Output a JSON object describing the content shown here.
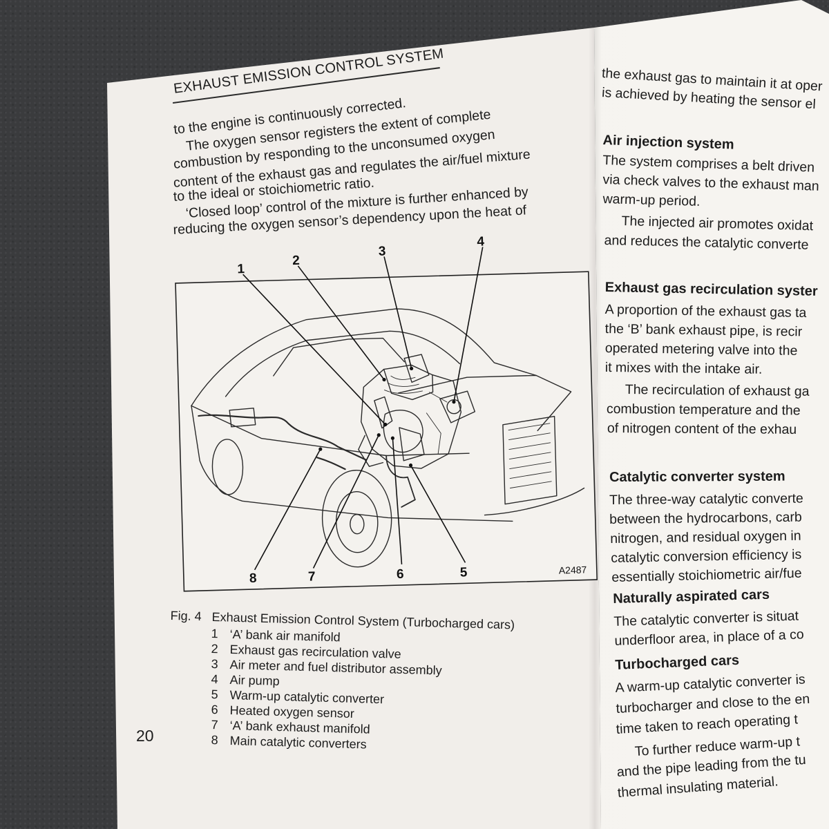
{
  "left_page": {
    "header": "EXHAUST EMISSION CONTROL SYSTEM",
    "paragraph_lines": [
      "to the engine is continuously corrected.",
      "The oxygen sensor registers the extent of complete",
      "combustion by responding to the unconsumed oxygen",
      "content of the exhaust gas and regulates the air/fuel mixture",
      "to the ideal or stoichiometric ratio.",
      "‘Closed loop’ control of the mixture is further enhanced by",
      "reducing the oxygen sensor’s dependency upon the heat of"
    ],
    "figure": {
      "code": "A2487",
      "callouts": [
        "1",
        "2",
        "3",
        "4",
        "5",
        "6",
        "7",
        "8"
      ]
    },
    "caption": {
      "label": "Fig. 4",
      "title": "Exhaust Emission Control System (Turbocharged cars)",
      "items": [
        {
          "num": "1",
          "text": "‘A’ bank air manifold"
        },
        {
          "num": "2",
          "text": "Exhaust gas recirculation valve"
        },
        {
          "num": "3",
          "text": "Air meter and fuel distributor assembly"
        },
        {
          "num": "4",
          "text": "Air pump"
        },
        {
          "num": "5",
          "text": "Warm-up catalytic converter"
        },
        {
          "num": "6",
          "text": "Heated oxygen sensor"
        },
        {
          "num": "7",
          "text": "‘A’ bank exhaust manifold"
        },
        {
          "num": "8",
          "text": "Main catalytic converters"
        }
      ]
    },
    "page_number": "20"
  },
  "right_page": {
    "top_lines": [
      "the exhaust gas to maintain it at oper",
      "is achieved by heating the sensor el"
    ],
    "sections": [
      {
        "heading": "Air injection system",
        "lines": [
          "The system comprises a belt driven",
          "via check valves to the exhaust man",
          "warm-up period.",
          "The injected air promotes oxidat",
          "and reduces the catalytic converte"
        ]
      },
      {
        "heading": "Exhaust gas recirculation syster",
        "lines": [
          "A proportion of the exhaust gas ta",
          "the ‘B’ bank exhaust pipe, is recir",
          "operated metering valve into the",
          "it mixes with the intake air.",
          "The recirculation of exhaust ga",
          "combustion temperature and the",
          "of nitrogen content of the exhau"
        ]
      },
      {
        "heading": "Catalytic converter system",
        "lines": [
          "The three-way catalytic converte",
          "between the hydrocarbons, carb",
          "nitrogen, and residual oxygen in",
          "catalytic conversion efficiency is",
          "essentially stoichiometric air/fue"
        ]
      },
      {
        "heading": "Naturally aspirated cars",
        "lines": [
          "The catalytic converter is situat",
          "underfloor area, in place of a co"
        ]
      },
      {
        "heading": "Turbocharged cars",
        "lines": [
          "A warm-up catalytic converter is",
          "turbocharger and close to the en",
          "time taken to reach operating t",
          "To further reduce warm-up t",
          "and the pipe leading from the tu",
          "thermal insulating material."
        ]
      }
    ]
  }
}
